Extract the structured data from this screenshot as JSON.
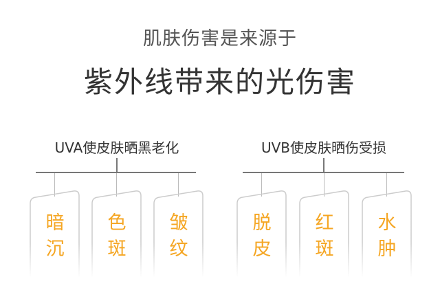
{
  "title_line1": "肌肤伤害是来源于",
  "title_line2": "紫外线带来的光伤害",
  "accent_color": "#f5a623",
  "groups": [
    {
      "title": "UVA使皮肤晒黑老化",
      "items": [
        [
          "暗",
          "沉"
        ],
        [
          "色",
          "斑"
        ],
        [
          "皱",
          "纹"
        ]
      ]
    },
    {
      "title": "UVB使皮肤晒伤受损",
      "items": [
        [
          "脱",
          "皮"
        ],
        [
          "红",
          "斑"
        ],
        [
          "水",
          "肿"
        ]
      ]
    }
  ]
}
